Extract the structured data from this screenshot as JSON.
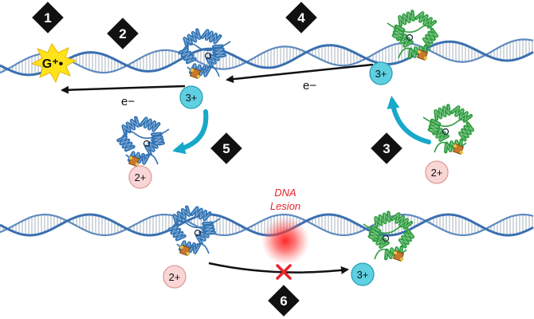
{
  "steps": [
    "1",
    "2",
    "3",
    "4",
    "5",
    "6"
  ],
  "electron_label": "e−",
  "guanine_radical_label": "G⁺•",
  "oxidation_states": {
    "oxidized": "3+",
    "reduced": "2+"
  },
  "lesion_label": {
    "line1": "DNA",
    "line2": "Lesion"
  },
  "colors": {
    "dna_backbone": "#3a6fb0",
    "dna_bases": "#b9c2cc",
    "protein_blue": "#2f72b4",
    "protein_green": "#2e9d3f",
    "cluster_orange": "#c8782c",
    "oxidized_badge": "#5ed0e2",
    "reduced_badge": "#f9d6d6",
    "cycle_arrow": "#18a8c9",
    "lesion_red": "#e8242a",
    "radical_yellow": "#ffe31a",
    "step_marker": "#111111"
  },
  "icons": [
    "step-diamond",
    "dna-helix",
    "protein-blue",
    "protein-green",
    "fe-s-cluster",
    "cross-mark",
    "starburst"
  ]
}
